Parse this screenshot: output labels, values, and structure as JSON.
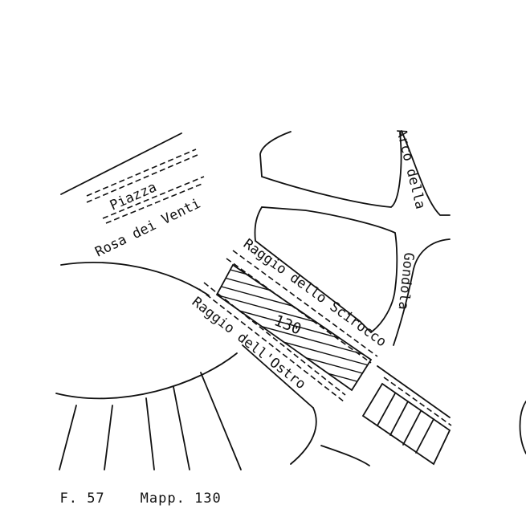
{
  "map": {
    "labels": {
      "piazza": "Piazza",
      "rosa_dei_venti": "Rosa dei Venti",
      "raggio_scirocco": "Raggio dello Scirocco",
      "raggio_ostro": "Raggio dell'Ostro",
      "arco_gondola_top": "Arco della",
      "arco_gondola_bottom": "Gondola",
      "parcel_number": "130"
    }
  },
  "caption": {
    "foglio": "F. 57",
    "mappale": "Mapp. 130"
  }
}
